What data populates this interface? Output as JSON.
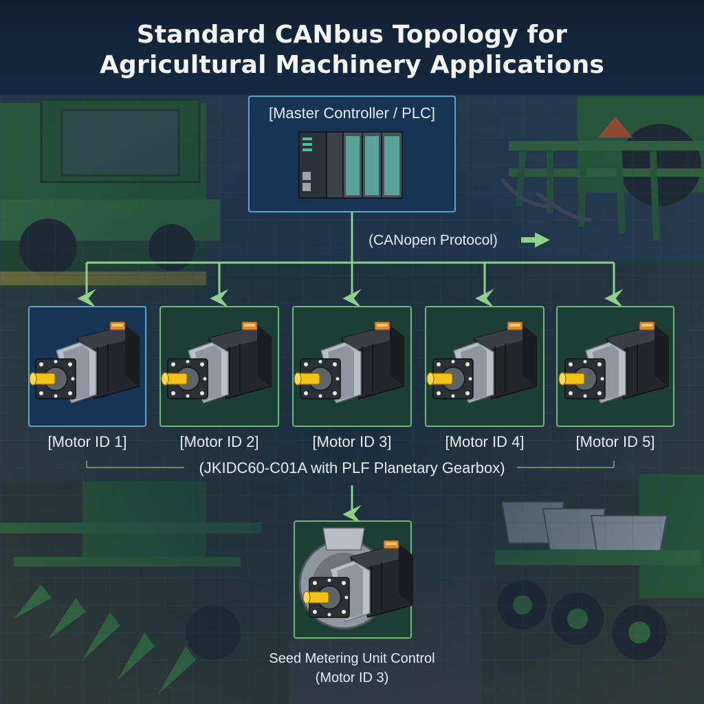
{
  "title": {
    "line1": "Standard CANbus Topology for",
    "line2": "Agricultural Machinery Applications"
  },
  "master": {
    "label": "[Master Controller / PLC]"
  },
  "protocol": {
    "label": "(CANopen Protocol)"
  },
  "motors": [
    {
      "label": "[Motor ID 1]"
    },
    {
      "label": "[Motor ID 2]"
    },
    {
      "label": "[Motor ID 3]"
    },
    {
      "label": "[Motor ID 4]"
    },
    {
      "label": "[Motor ID 5]"
    }
  ],
  "gearbox": {
    "label": "(JKIDC60-C01A with PLF Planetary Gearbox)"
  },
  "seed_unit": {
    "line1": "Seed Metering Unit Control",
    "line2": "(Motor ID 3)"
  },
  "colors": {
    "link": "#8fd08a",
    "box_blue": "#5fa7c9",
    "box_green": "#6fb979",
    "shaft": "#f2c318",
    "machine": "#3a7a3a"
  },
  "icons": [
    "plc-module-icon",
    "servo-motor-icon",
    "arrow-right-icon",
    "combine-harvester-image",
    "cultivator-image",
    "planter-image"
  ]
}
